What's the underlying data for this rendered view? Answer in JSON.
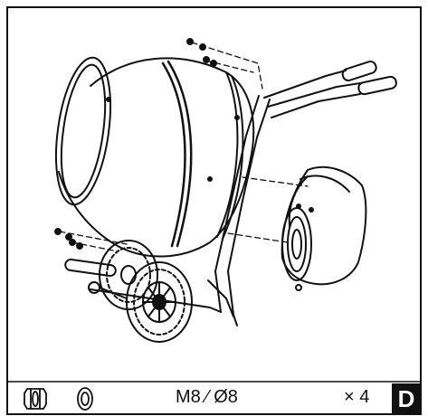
{
  "hardware": {
    "spec": "M8 ⁄ Ø8",
    "quantity": "× 4",
    "icons": [
      "hex-nut-icon",
      "washer-icon"
    ]
  },
  "step_label": "D",
  "colors": {
    "line": "#111111",
    "background": "#ffffff",
    "badge": "#111111"
  }
}
